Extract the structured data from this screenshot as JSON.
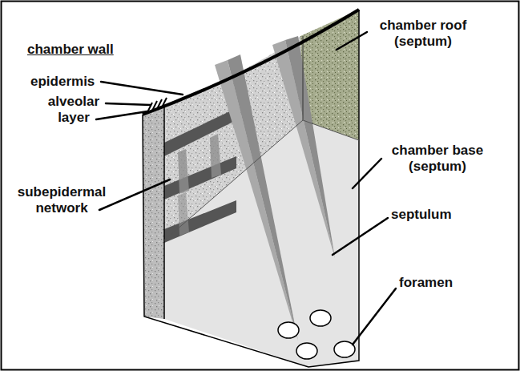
{
  "diagram": {
    "labels": [
      "chamber wall",
      "epidermis",
      "alveolar layer",
      "subepidermal network",
      "chamber roof (septum)",
      "chamber base (septum)",
      "septulum",
      "foramen"
    ]
  }
}
